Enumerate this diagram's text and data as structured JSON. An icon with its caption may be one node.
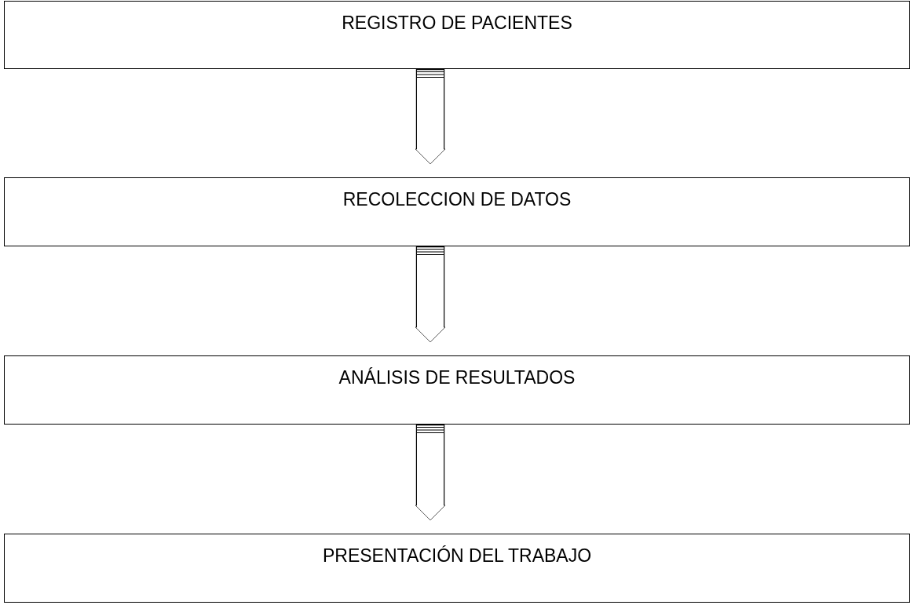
{
  "diagram": {
    "nodes": [
      {
        "text": [
          "REGISTRO DE PACIENTES"
        ]
      },
      {
        "text": [
          "RECOLECCION DE DATOS"
        ]
      },
      {
        "text": [
          "ANÁLISIS DE RESULTADOS"
        ]
      },
      {
        "text": [
          "PRESENTACIÓN DEL TRABAJO"
        ]
      }
    ],
    "edges": [
      {
        "from": 0,
        "to": 1,
        "arrow": "to"
      },
      {
        "from": 1,
        "to": 2,
        "arrow": "to"
      },
      {
        "from": 2,
        "to": 3,
        "arrow": "to"
      }
    ]
  }
}
